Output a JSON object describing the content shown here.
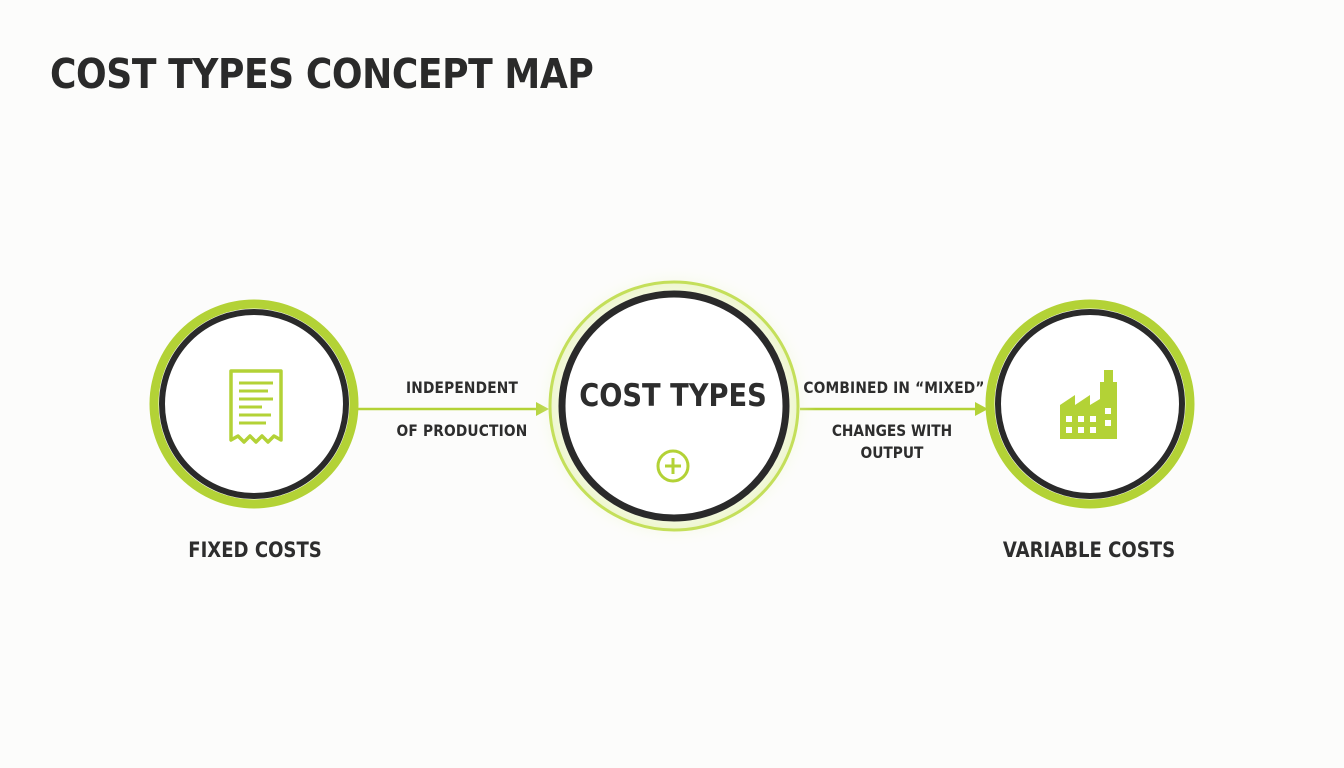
{
  "title": "COST TYPES CONCEPT MAP",
  "colors": {
    "accent": "#b3d236",
    "ring": "#2a2a2a",
    "text": "#2d2d2d",
    "background": "#fcfcfb"
  },
  "nodes": {
    "fixed": {
      "label": "FIXED COSTS",
      "icon": "receipt-icon"
    },
    "center": {
      "label": "COST TYPES",
      "icon": "plus-circle-icon"
    },
    "variable": {
      "label": "VARIABLE COSTS",
      "icon": "factory-icon"
    }
  },
  "edges": {
    "left": {
      "label_top": "INDEPENDENT",
      "label_bottom": "OF PRODUCTION"
    },
    "right": {
      "label_top": "COMBINED IN “MIXED”",
      "label_bottom": "CHANGES WITH\nOUTPUT"
    }
  }
}
